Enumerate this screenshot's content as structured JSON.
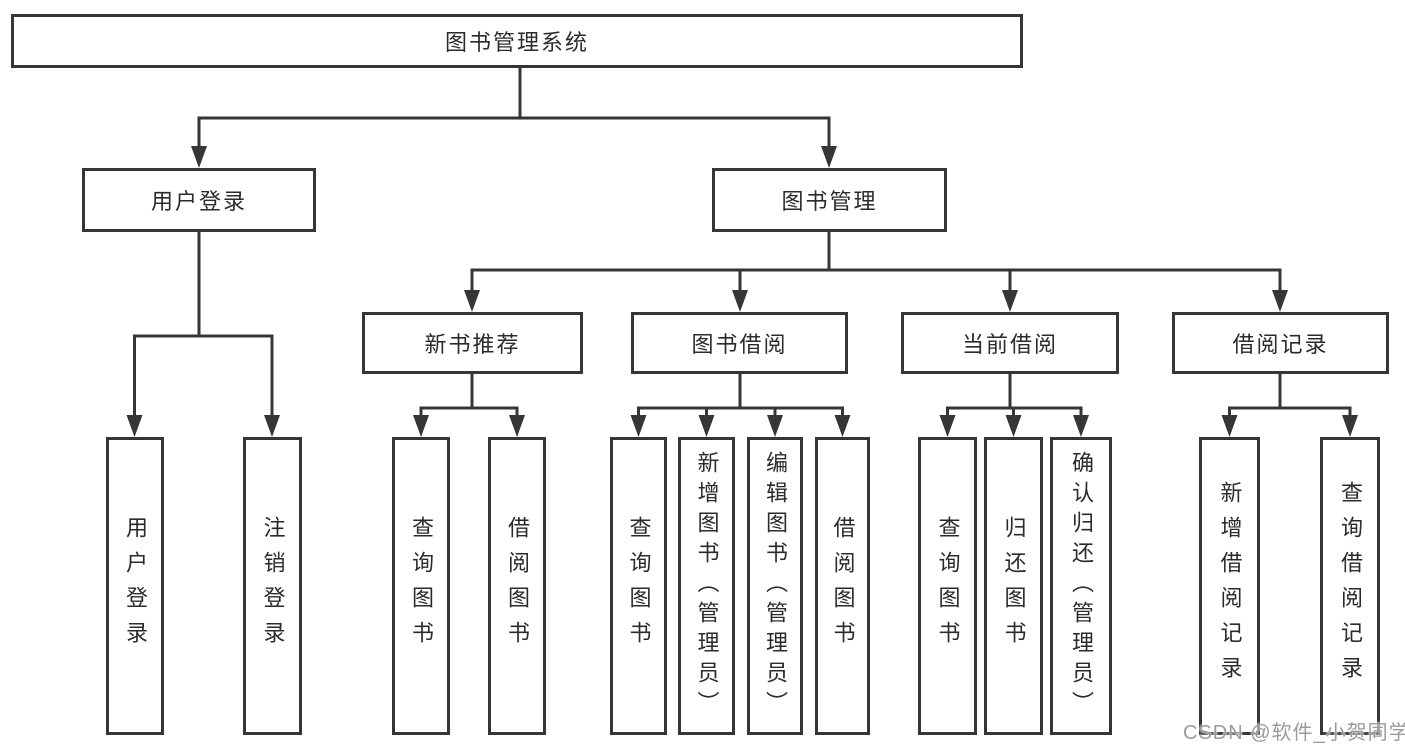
{
  "diagram": {
    "root": {
      "label": "图书管理系统"
    },
    "branches": [
      {
        "label": "用户登录",
        "children": [
          {
            "label": "用户登录"
          },
          {
            "label": "注销登录"
          }
        ]
      },
      {
        "label": "图书管理",
        "children": [
          {
            "label": "新书推荐",
            "children": [
              {
                "label": "查询图书"
              },
              {
                "label": "借阅图书"
              }
            ]
          },
          {
            "label": "图书借阅",
            "children": [
              {
                "label": "查询图书"
              },
              {
                "label": "新增图书（管理员）"
              },
              {
                "label": "编辑图书（管理员）"
              },
              {
                "label": "借阅图书"
              }
            ]
          },
          {
            "label": "当前借阅",
            "children": [
              {
                "label": "查询图书"
              },
              {
                "label": "归还图书"
              },
              {
                "label": "确认归还（管理员）"
              }
            ]
          },
          {
            "label": "借阅记录",
            "children": [
              {
                "label": "新增借阅记录"
              },
              {
                "label": "查询借阅记录"
              }
            ]
          }
        ]
      }
    ]
  },
  "watermark": {
    "text": "CSDN @软件_小贺同学"
  },
  "colors": {
    "line": "#363636",
    "text": "#2b2b2b",
    "background": "#ffffff",
    "watermark": "#9b9b9b"
  }
}
